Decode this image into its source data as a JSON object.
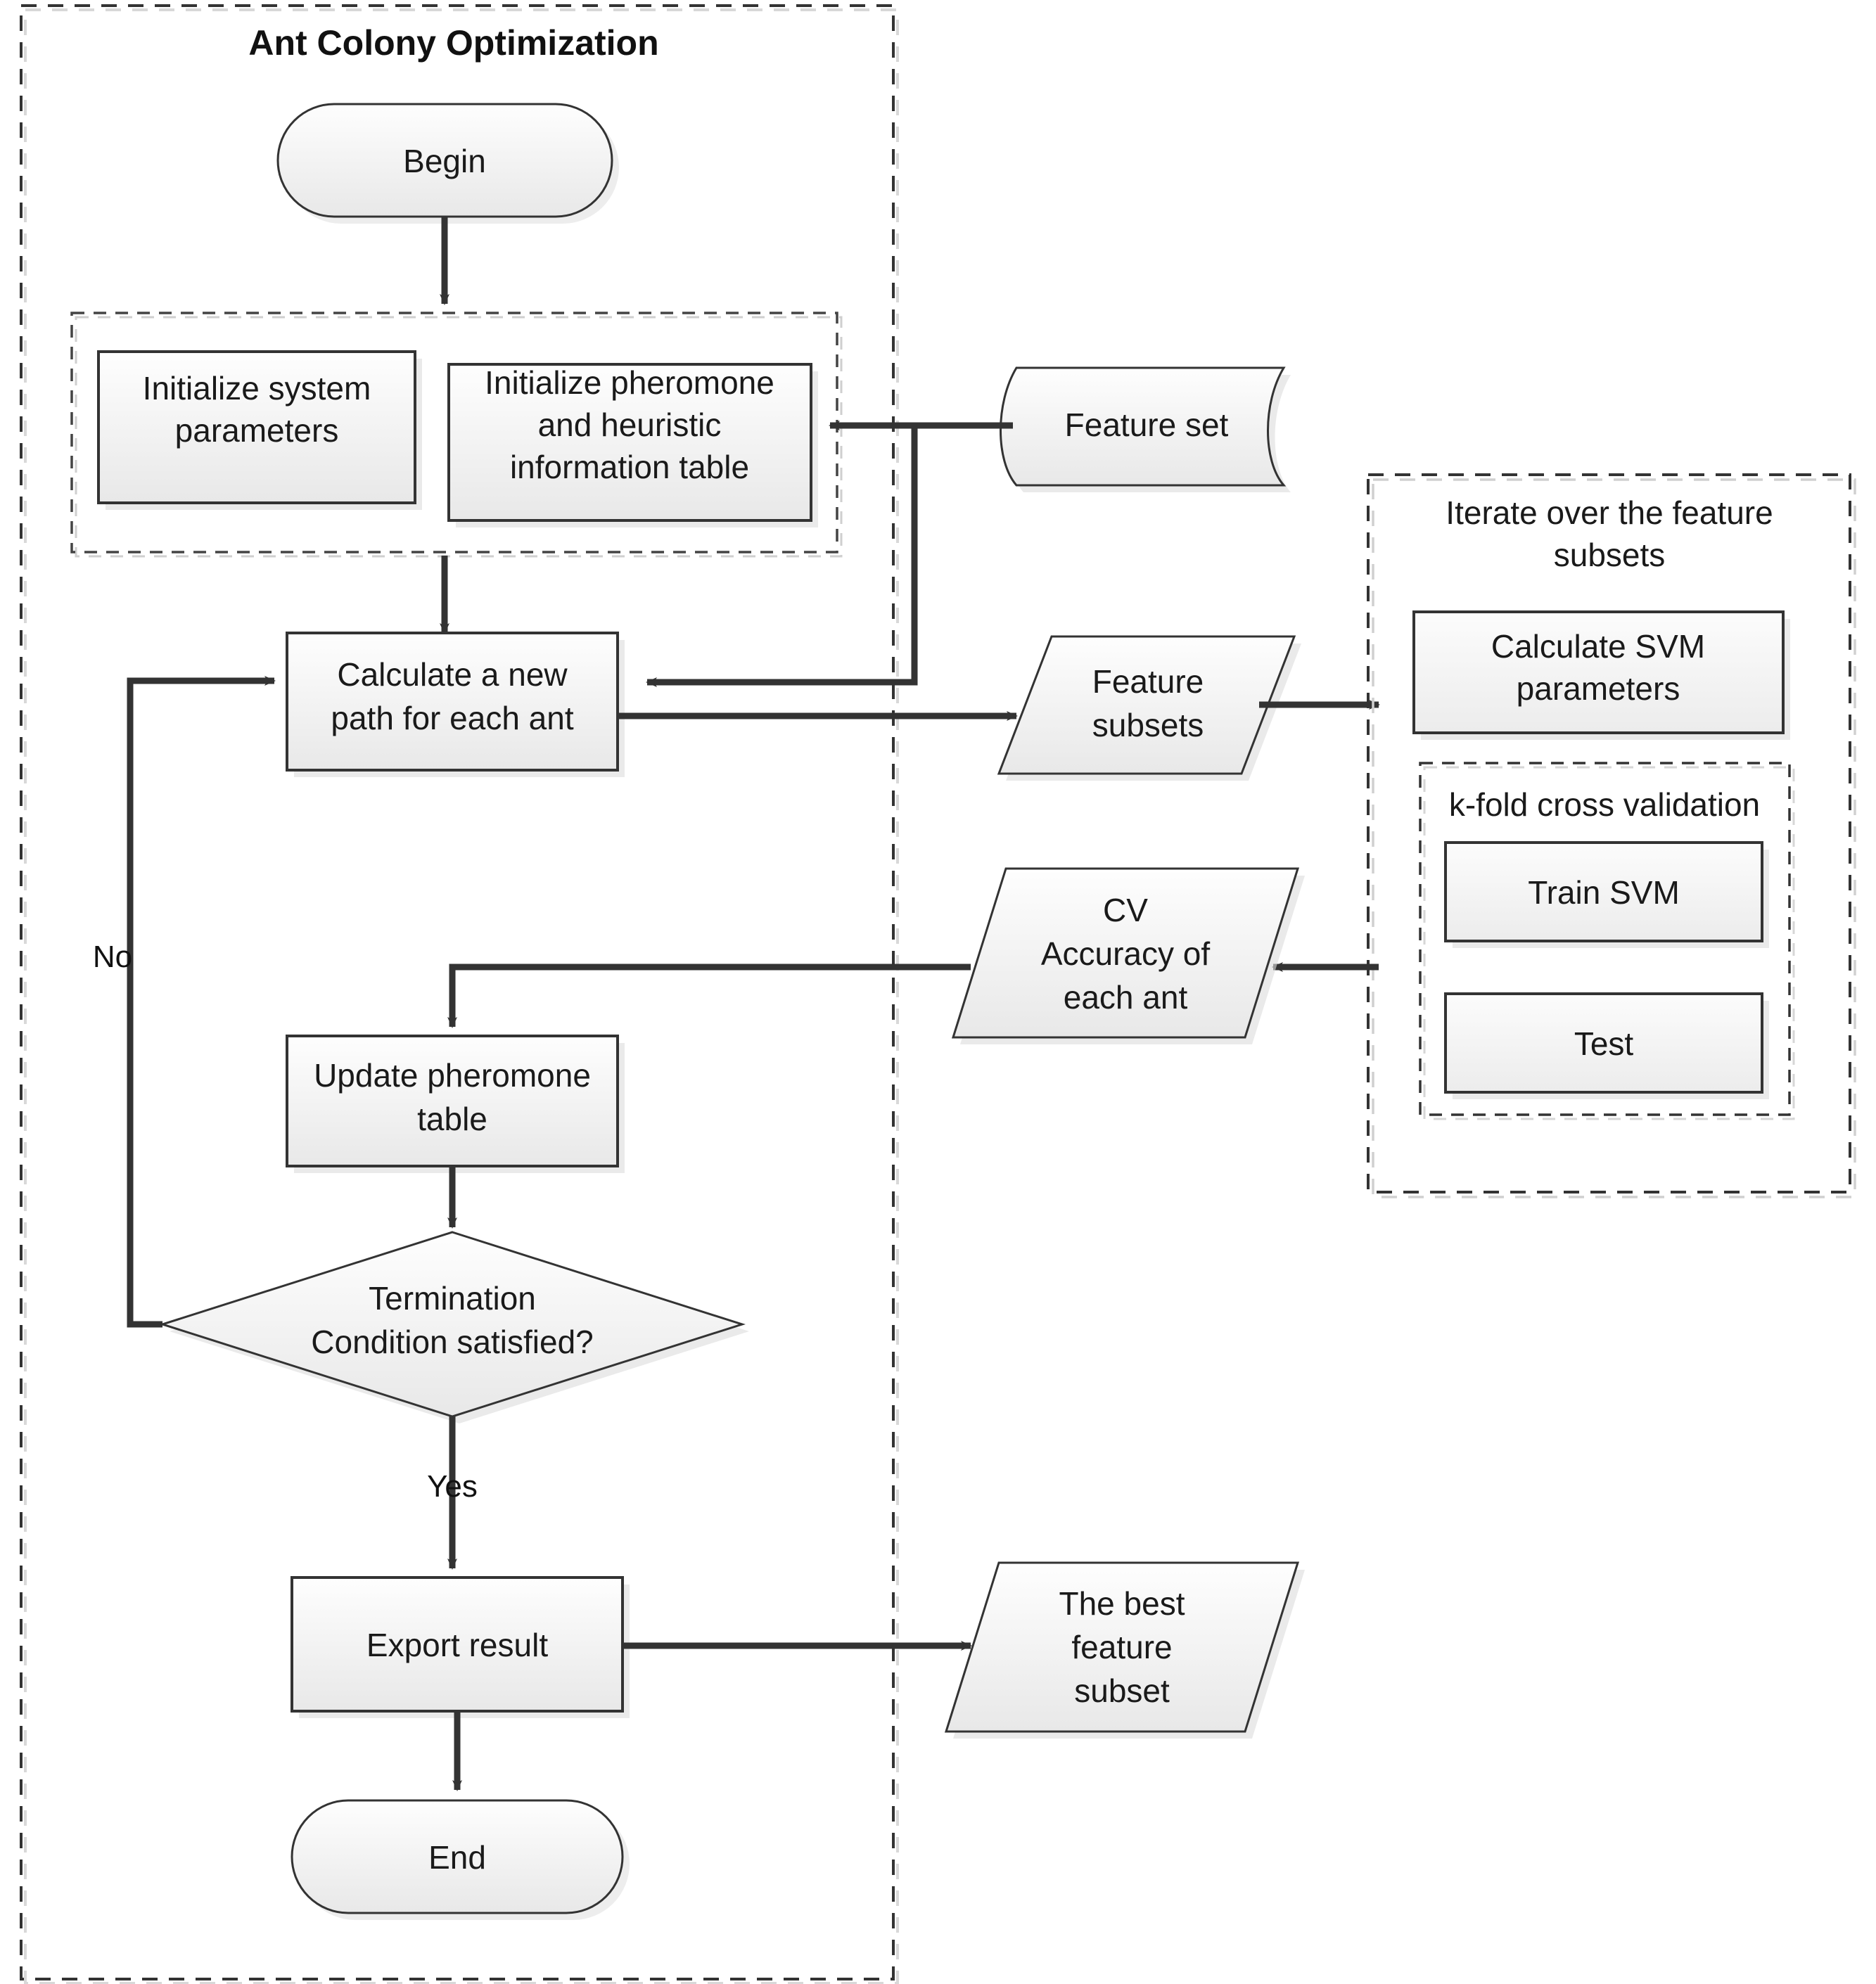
{
  "diagram": {
    "title": "Ant Colony Optimization",
    "colors": {
      "node_fill_top": "#fdfdfd",
      "node_fill_bottom": "#e9e9e9",
      "node_stroke": "#333333",
      "shadow": "#d9d9d9",
      "line": "#333333",
      "dash_border": "#333333",
      "dash_border_light": "#cccccc",
      "text": "#1a1a1a",
      "background": "#ffffff"
    },
    "containers": [
      {
        "id": "aco-container",
        "label": "Ant Colony Optimization",
        "style": "dashed"
      },
      {
        "id": "initialize-container",
        "label": "",
        "style": "dashed"
      },
      {
        "id": "iterate-container",
        "label": "Iterate over the feature subsets",
        "style": "dashed"
      },
      {
        "id": "kfold-container",
        "label": "k-fold cross validation",
        "style": "dashed"
      }
    ],
    "nodes": [
      {
        "id": "begin",
        "label": "Begin",
        "shape": "terminator"
      },
      {
        "id": "init-system",
        "label": "Initialize system parameters",
        "shape": "process",
        "lines": [
          "Initialize system",
          "parameters"
        ]
      },
      {
        "id": "init-pheromone",
        "label": "Initialize pheromone and heuristic information table",
        "shape": "process",
        "lines": [
          "Initialize pheromone",
          "and heuristic",
          "information table"
        ]
      },
      {
        "id": "feature-set",
        "label": "Feature set",
        "shape": "document",
        "lines": [
          "Feature set"
        ]
      },
      {
        "id": "calculate-path",
        "label": "Calculate a new path for each ant",
        "shape": "process",
        "lines": [
          "Calculate a new",
          "path for each ant"
        ]
      },
      {
        "id": "feature-subsets",
        "label": "Feature subsets",
        "shape": "data",
        "lines": [
          "Feature",
          "subsets"
        ]
      },
      {
        "id": "calculate-svm",
        "label": "Calculate SVM parameters",
        "shape": "process",
        "lines": [
          "Calculate SVM",
          "parameters"
        ]
      },
      {
        "id": "train-svm",
        "label": "Train SVM",
        "shape": "process",
        "lines": [
          "Train SVM"
        ]
      },
      {
        "id": "test",
        "label": "Test",
        "shape": "process",
        "lines": [
          "Test"
        ]
      },
      {
        "id": "cv-accuracy",
        "label": "CV Accuracy of each ant",
        "shape": "data",
        "lines": [
          "CV",
          "Accuracy of",
          "each ant"
        ]
      },
      {
        "id": "update-pheromone",
        "label": "Update pheromone table",
        "shape": "process",
        "lines": [
          "Update pheromone",
          "table"
        ]
      },
      {
        "id": "termination",
        "label": "Termination Condition satisfied?",
        "shape": "decision",
        "lines": [
          "Termination",
          "Condition satisfied?"
        ]
      },
      {
        "id": "export-result",
        "label": "Export result",
        "shape": "process",
        "lines": [
          "Export result"
        ]
      },
      {
        "id": "best-subset",
        "label": "The best feature subset",
        "shape": "data",
        "lines": [
          "The best",
          "feature",
          "subset"
        ]
      },
      {
        "id": "end",
        "label": "End",
        "shape": "terminator"
      }
    ],
    "edge_labels": {
      "no": "No",
      "yes": "Yes"
    },
    "edges": [
      {
        "from": "begin",
        "to": "initialize-container",
        "label": ""
      },
      {
        "from": "initialize-container",
        "to": "calculate-path",
        "label": ""
      },
      {
        "from": "feature-set",
        "to": "init-pheromone",
        "label": ""
      },
      {
        "from": "feature-set",
        "to": "calculate-path",
        "label": ""
      },
      {
        "from": "calculate-path",
        "to": "feature-subsets",
        "label": ""
      },
      {
        "from": "feature-subsets",
        "to": "iterate-container",
        "label": ""
      },
      {
        "from": "iterate-container",
        "to": "cv-accuracy",
        "label": ""
      },
      {
        "from": "cv-accuracy",
        "to": "update-pheromone",
        "label": ""
      },
      {
        "from": "update-pheromone",
        "to": "termination",
        "label": ""
      },
      {
        "from": "termination",
        "to": "calculate-path",
        "label": "No"
      },
      {
        "from": "termination",
        "to": "export-result",
        "label": "Yes"
      },
      {
        "from": "export-result",
        "to": "best-subset",
        "label": ""
      },
      {
        "from": "export-result",
        "to": "end",
        "label": ""
      }
    ]
  }
}
